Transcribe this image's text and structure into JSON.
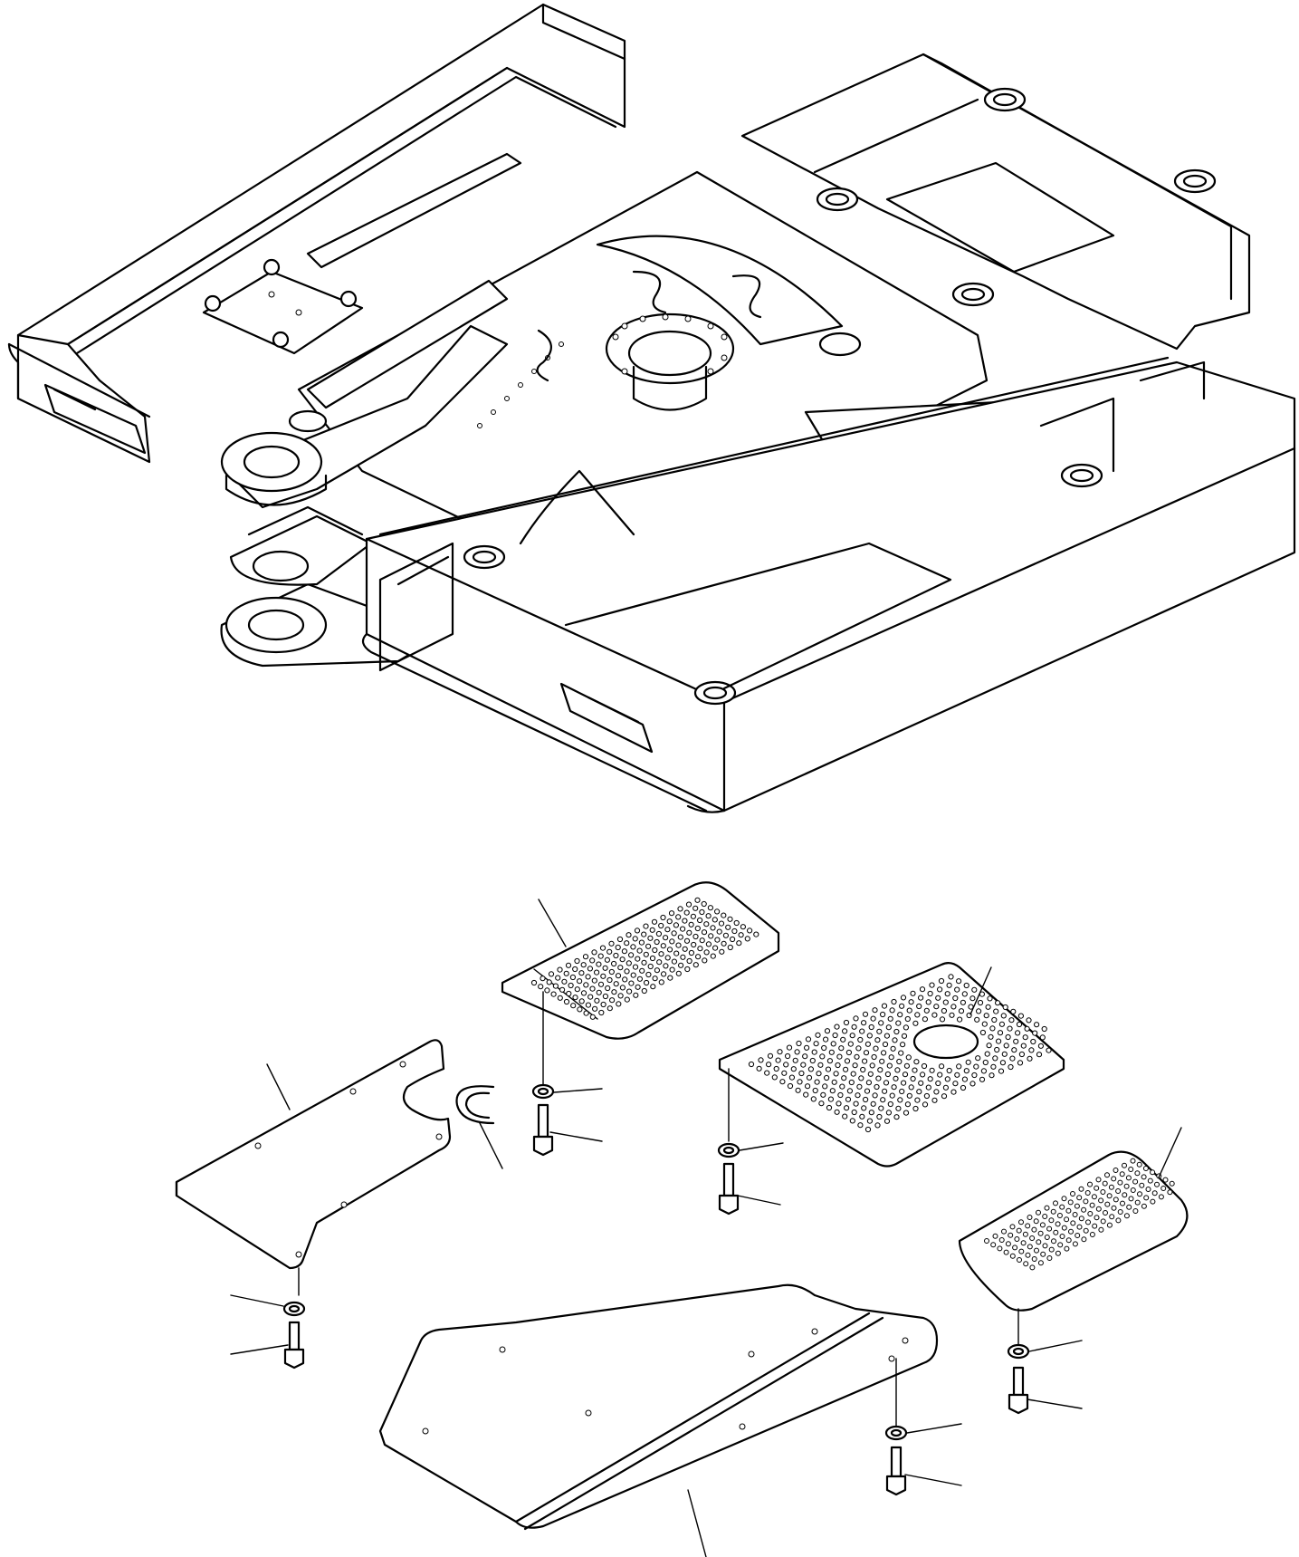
{
  "colors": {
    "line": "#000000",
    "background": "#ffffff"
  },
  "parts": [
    {
      "name": "revolving-frame"
    },
    {
      "name": "cover-left"
    },
    {
      "name": "cover-front-center"
    },
    {
      "name": "cover-rear"
    },
    {
      "name": "cover-right-rounded"
    },
    {
      "name": "cover-bottom-large"
    },
    {
      "name": "c-clip-grommet"
    }
  ],
  "fasteners": [
    "washer",
    "bolt"
  ]
}
